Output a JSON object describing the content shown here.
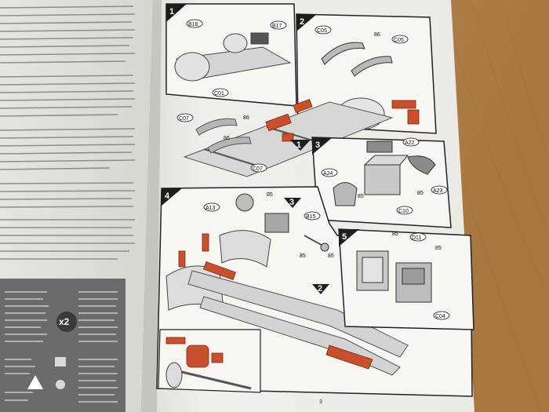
{
  "steps": [
    {
      "number": "1",
      "parts": [
        "B18",
        "B17",
        "C01",
        "C07",
        "C07"
      ],
      "refs": [
        "86",
        "86",
        "1"
      ]
    },
    {
      "number": "2",
      "parts": [
        "C05",
        "C05"
      ],
      "refs": [
        "86"
      ]
    },
    {
      "number": "3",
      "parts": [
        "A22",
        "A24",
        "A23",
        "C10"
      ],
      "refs": [
        "85",
        "85"
      ]
    },
    {
      "number": "4",
      "parts": [
        "A13",
        "B15"
      ],
      "refs": [
        "85",
        "85",
        "85",
        "3",
        "2"
      ]
    },
    {
      "number": "5",
      "parts": [
        "D11",
        "C04"
      ],
      "refs": [
        "85",
        "85"
      ]
    }
  ],
  "legend": {
    "multiplier": "x2"
  },
  "page_number": "3",
  "colors": {
    "table_wood": "#b98a58",
    "paper": "#f1f0ec",
    "step_black": "#1d1d1d",
    "part_grey": "#cfcfcf",
    "part_orange": "#c8502c",
    "legend_grey": "#6b6b6b"
  }
}
